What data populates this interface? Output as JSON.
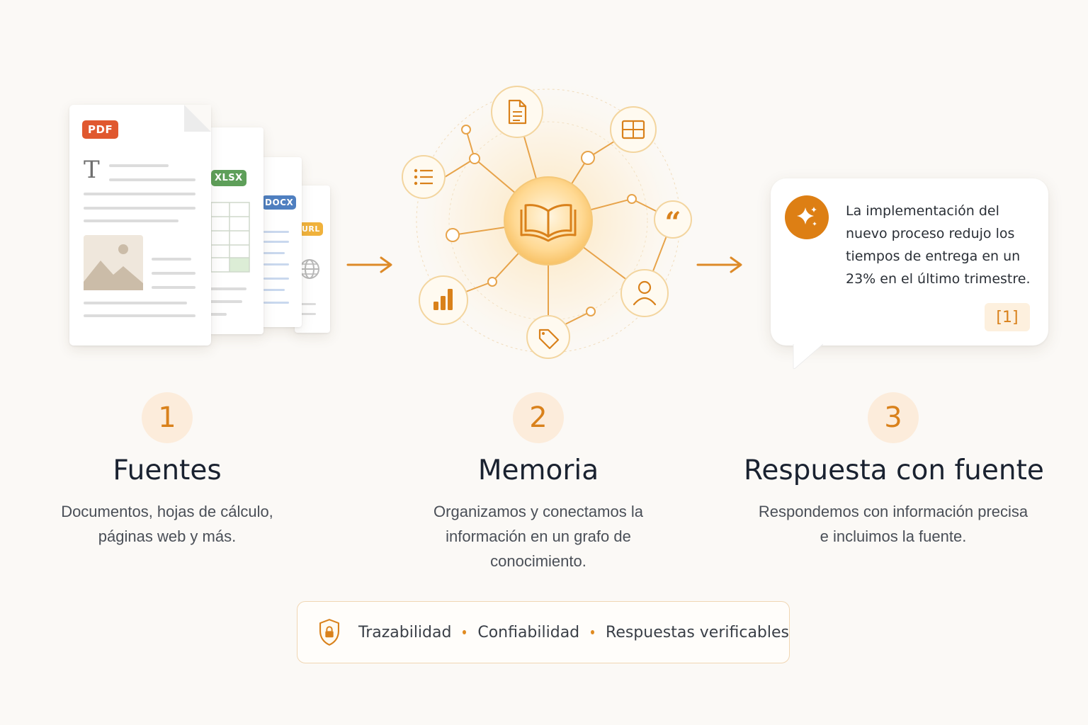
{
  "colors": {
    "accent": "#dd7f14",
    "accent_light": "#fcecdb",
    "pdf": "#e0582f",
    "xlsx": "#5e9f5a",
    "docx": "#4f7fc0",
    "url": "#f0b23c"
  },
  "sources": {
    "pdf_badge": "PDF",
    "xlsx_badge": "XLSX",
    "docx_badge": "DOCX",
    "url_badge": "URL",
    "text_glyph": "T"
  },
  "graph": {
    "center_icon": "open-book-icon",
    "satellite_icons": [
      "document-icon",
      "table-icon",
      "quote-icon",
      "user-icon",
      "tag-icon",
      "bar-chart-icon",
      "list-icon"
    ],
    "quote_glyph": "“"
  },
  "answer": {
    "text": "La implementación del nuevo proceso redujo los tiempos de entrega en un 23% en el último trimestre.",
    "citation": "[1]",
    "icon": "sparkle-icon"
  },
  "steps": [
    {
      "number": "1",
      "title": "Fuentes",
      "desc_line1": "Documentos, hojas de cálculo,",
      "desc_line2": "páginas web y más."
    },
    {
      "number": "2",
      "title": "Memoria",
      "desc_line1": "Organizamos y conectamos la",
      "desc_line2": "información en un grafo de conocimiento."
    },
    {
      "number": "3",
      "title": "Respuesta con fuente",
      "desc_line1": "Respondemos con información precisa",
      "desc_line2": "e incluimos la fuente."
    }
  ],
  "footer": {
    "icon": "shield-lock-icon",
    "items": [
      "Trazabilidad",
      "Confiabilidad",
      "Respuestas verificables"
    ]
  }
}
